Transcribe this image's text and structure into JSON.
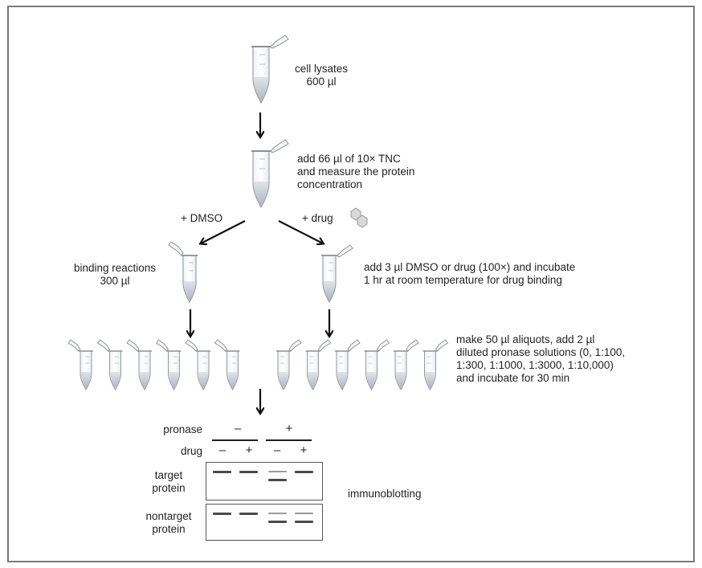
{
  "figure": {
    "steps": {
      "step1": {
        "line1": "cell lysates",
        "line2": "600 µl"
      },
      "step2": {
        "line1": "add 66 µl of 10× TNC",
        "line2": "and measure the protein",
        "line3": "concentration"
      },
      "branch_left_label": "+ DMSO",
      "branch_right_label": "+ drug",
      "step3_left": {
        "line1": "binding reactions",
        "line2": "300 µl"
      },
      "step3_right": {
        "line1": "add 3 µl DMSO or drug (100×) and incubate",
        "line2": "1 hr at room temperature for drug binding"
      },
      "step4": {
        "line1": "make 50 µl aliquots, add 2 µl",
        "line2": "diluted pronase solutions (0, 1:100,",
        "line3": "1:300, 1:1000, 1:3000, 1:10,000)",
        "line4": "and incubate for 30 min"
      },
      "step5_label": "immunoblotting"
    },
    "aliquots_per_branch": 6,
    "blot": {
      "pronase_label": "pronase",
      "drug_label": "drug",
      "pronase_signs": [
        "–",
        "+"
      ],
      "drug_signs": [
        "–",
        "+",
        "–",
        "+"
      ],
      "rows": [
        {
          "label_line1": "target",
          "label_line2": "protein",
          "lanes": [
            {
              "bands": [
                "strong"
              ]
            },
            {
              "bands": [
                "strong"
              ]
            },
            {
              "bands": [
                "faint",
                "strong-lower"
              ]
            },
            {
              "bands": [
                "strong"
              ]
            }
          ]
        },
        {
          "label_line1": "nontarget",
          "label_line2": "protein",
          "lanes": [
            {
              "bands": [
                "strong"
              ]
            },
            {
              "bands": [
                "strong"
              ]
            },
            {
              "bands": [
                "faint",
                "strong-lower"
              ]
            },
            {
              "bands": [
                "faint",
                "strong-lower"
              ]
            }
          ]
        }
      ]
    },
    "colors": {
      "tube_liquid": "#c9cfd8",
      "tube_outline": "#8a8f96",
      "arrow": "#111111",
      "frame": "#7a7a7a",
      "band": "#4a4a4a"
    }
  }
}
